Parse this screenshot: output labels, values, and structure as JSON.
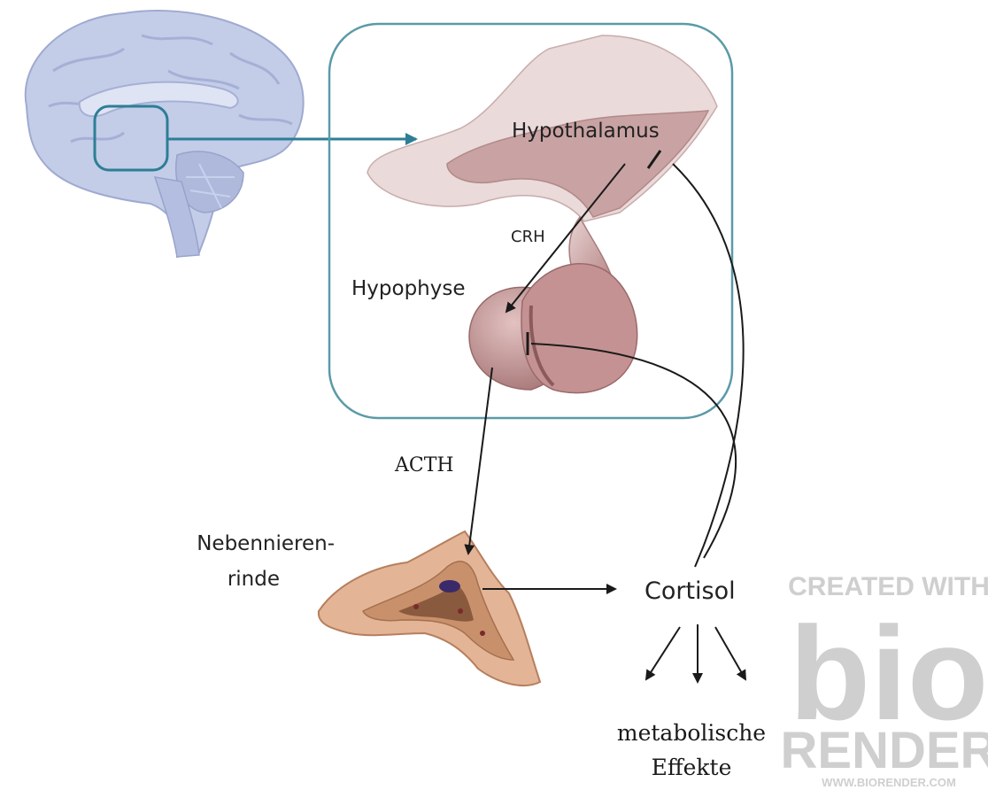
{
  "labels": {
    "hypothalamus": "Hypothalamus",
    "crh": "CRH",
    "hypophyse": "Hypophyse",
    "acth": "ACTH",
    "nebennieren_line1": "Nebennieren-",
    "nebennieren_line2": "rinde",
    "cortisol": "Cortisol",
    "effects_line1": "metabolische",
    "effects_line2": "Effekte"
  },
  "watermark": {
    "line1": "CREATED WITH",
    "logo": "bio",
    "line2": "RENDER",
    "url": "WWW.BIORENDER.COM"
  },
  "colors": {
    "frame": "#5b9aa8",
    "highlight": "#2d7e96",
    "brain": "#b9c5e3",
    "gland": "#c89a9a",
    "adrenal": "#d9a88a",
    "arrow": "#1a1a1a",
    "watermark": "#cfcfcf"
  }
}
